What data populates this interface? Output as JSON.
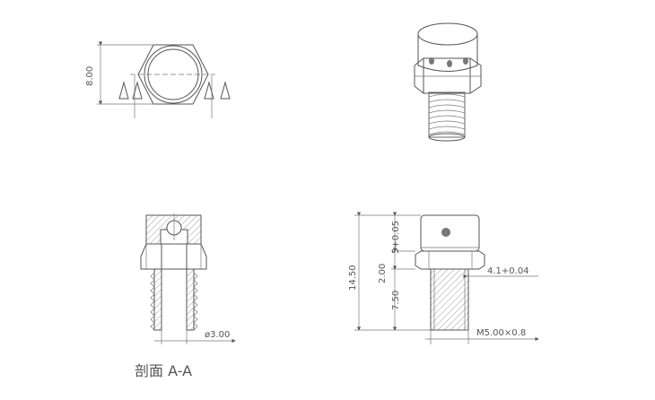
{
  "top_view": {
    "dim_height": "8.00"
  },
  "section_view": {
    "dim_diameter": "ø3.00",
    "caption": "剖面  A-A"
  },
  "side_view": {
    "dim_total": "14.50",
    "dim_head": "5+0.05",
    "dim_hex": "2.00",
    "dim_thread_len": "7.50",
    "dim_hole": "4.1+0.04",
    "dim_thread": "M5.00×0.8"
  }
}
